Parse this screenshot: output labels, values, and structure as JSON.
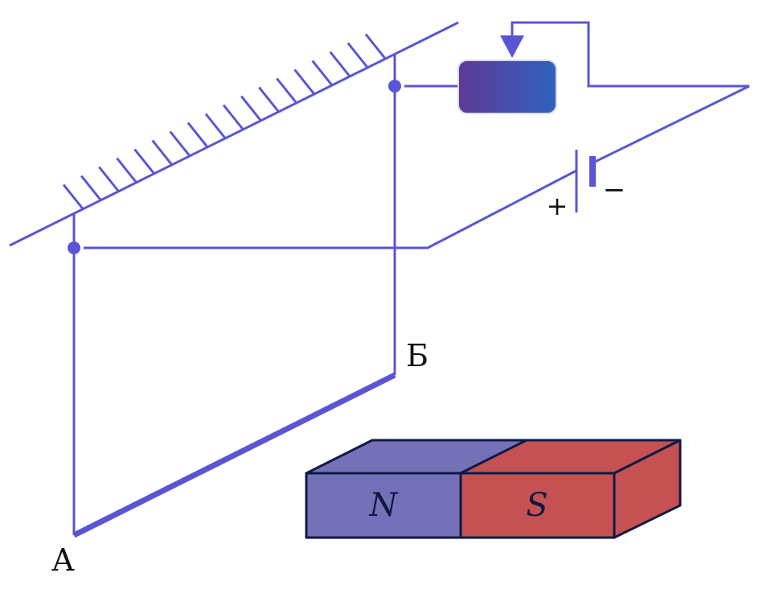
{
  "labels": {
    "point_a": "А",
    "point_b": "Б",
    "plus": "+",
    "minus": "−"
  },
  "magnet": {
    "north": "N",
    "south": "S",
    "north_color": "#7571b8",
    "south_color": "#c65152"
  },
  "colors": {
    "wire": "#5a55d6",
    "outline": "#0f1a44",
    "rheostat_start": "#5e3a95",
    "rheostat_end": "#2f62c0"
  }
}
